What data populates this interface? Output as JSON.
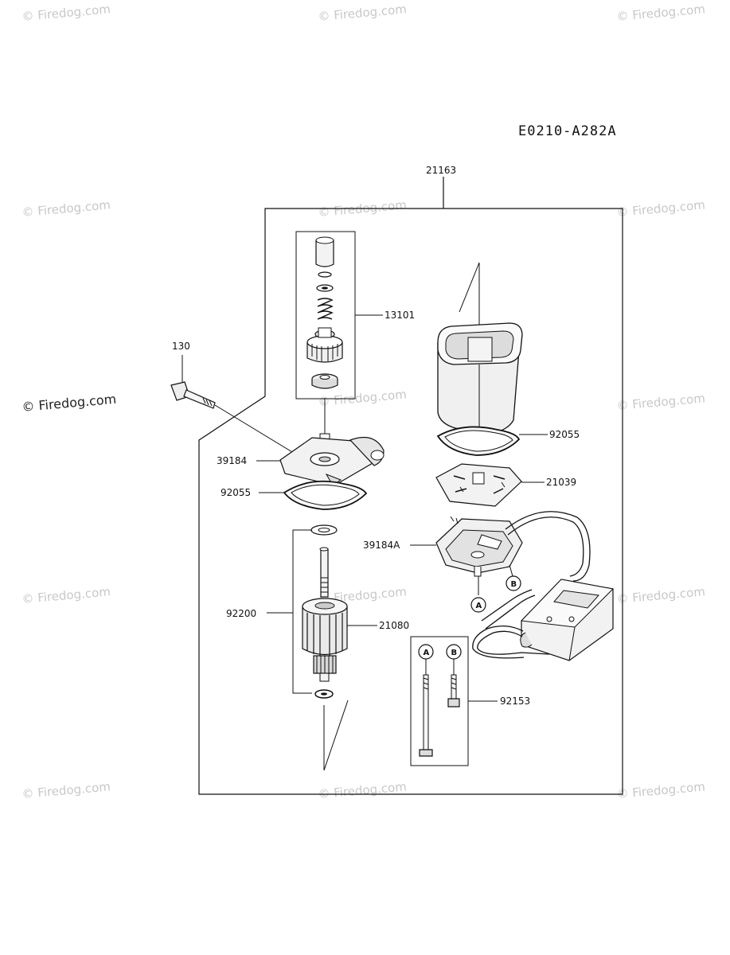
{
  "diagram_code": "E0210-A282A",
  "watermark": "© Firedog.com",
  "parts": [
    {
      "id": "p-21163",
      "label": "21163"
    },
    {
      "id": "p-13101",
      "label": "13101"
    },
    {
      "id": "p-130",
      "label": "130"
    },
    {
      "id": "p-39184",
      "label": "39184"
    },
    {
      "id": "p-92055-left",
      "label": "92055"
    },
    {
      "id": "p-92055-right",
      "label": "92055"
    },
    {
      "id": "p-21039",
      "label": "21039"
    },
    {
      "id": "p-39184A",
      "label": "39184A"
    },
    {
      "id": "p-92200",
      "label": "92200"
    },
    {
      "id": "p-21080",
      "label": "21080"
    },
    {
      "id": "p-92153",
      "label": "92153"
    }
  ],
  "markers": [
    "A",
    "B"
  ]
}
